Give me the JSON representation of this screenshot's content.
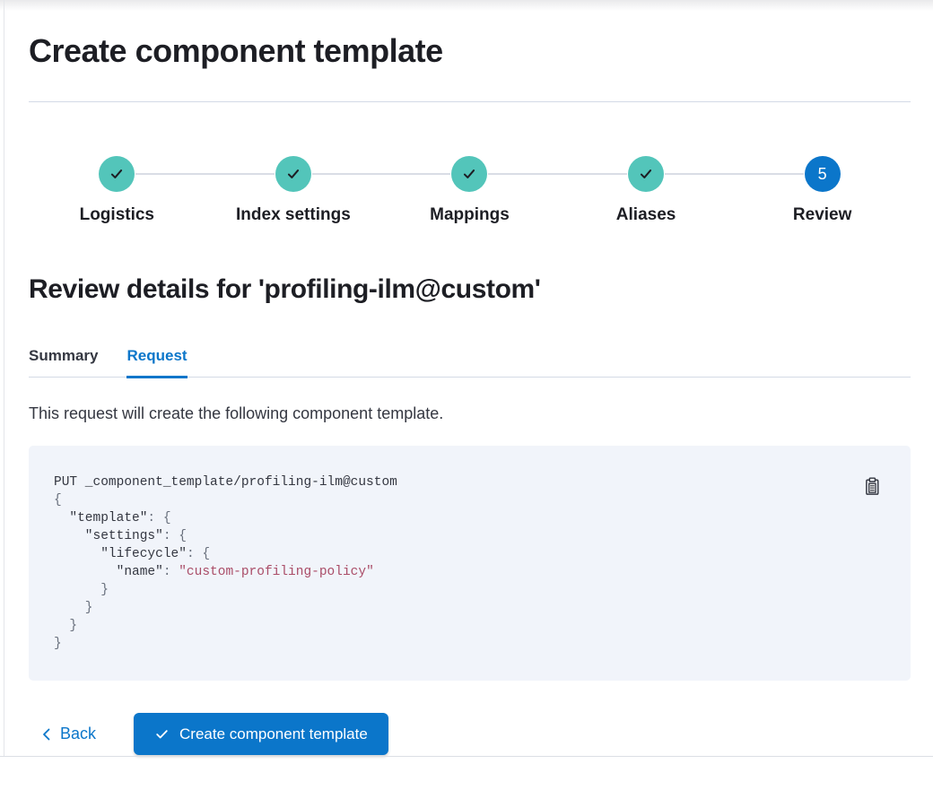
{
  "page": {
    "title": "Create component template"
  },
  "steps": {
    "items": [
      {
        "label": "Logistics",
        "status": "complete"
      },
      {
        "label": "Index settings",
        "status": "complete"
      },
      {
        "label": "Mappings",
        "status": "complete"
      },
      {
        "label": "Aliases",
        "status": "complete"
      },
      {
        "label": "Review",
        "status": "current",
        "number": "5"
      }
    ]
  },
  "review": {
    "heading": "Review details for 'profiling-ilm@custom'",
    "tabs": {
      "summary": "Summary",
      "request": "Request"
    },
    "description": "This request will create the following component template."
  },
  "code": {
    "line1": "PUT _component_template/profiling-ilm@custom",
    "line2": "{",
    "line3_key": "  \"template\"",
    "line3_rest": ": {",
    "line4_key": "    \"settings\"",
    "line4_rest": ": {",
    "line5_key": "      \"lifecycle\"",
    "line5_rest": ": {",
    "line6_key": "        \"name\"",
    "line6_colon": ": ",
    "line6_value": "\"custom-profiling-policy\"",
    "line7": "      }",
    "line8": "    }",
    "line9": "  }",
    "line10": "}"
  },
  "footer": {
    "back_label": "Back",
    "create_label": "Create component template"
  },
  "colors": {
    "primary_blue": "#0b76ca",
    "step_complete_teal": "#53c5ba",
    "code_background": "#f1f4fa",
    "code_string": "#aa4d68",
    "code_punctuation": "#69707d",
    "divider": "#d3dae6",
    "heading_text": "#1d1e24"
  }
}
